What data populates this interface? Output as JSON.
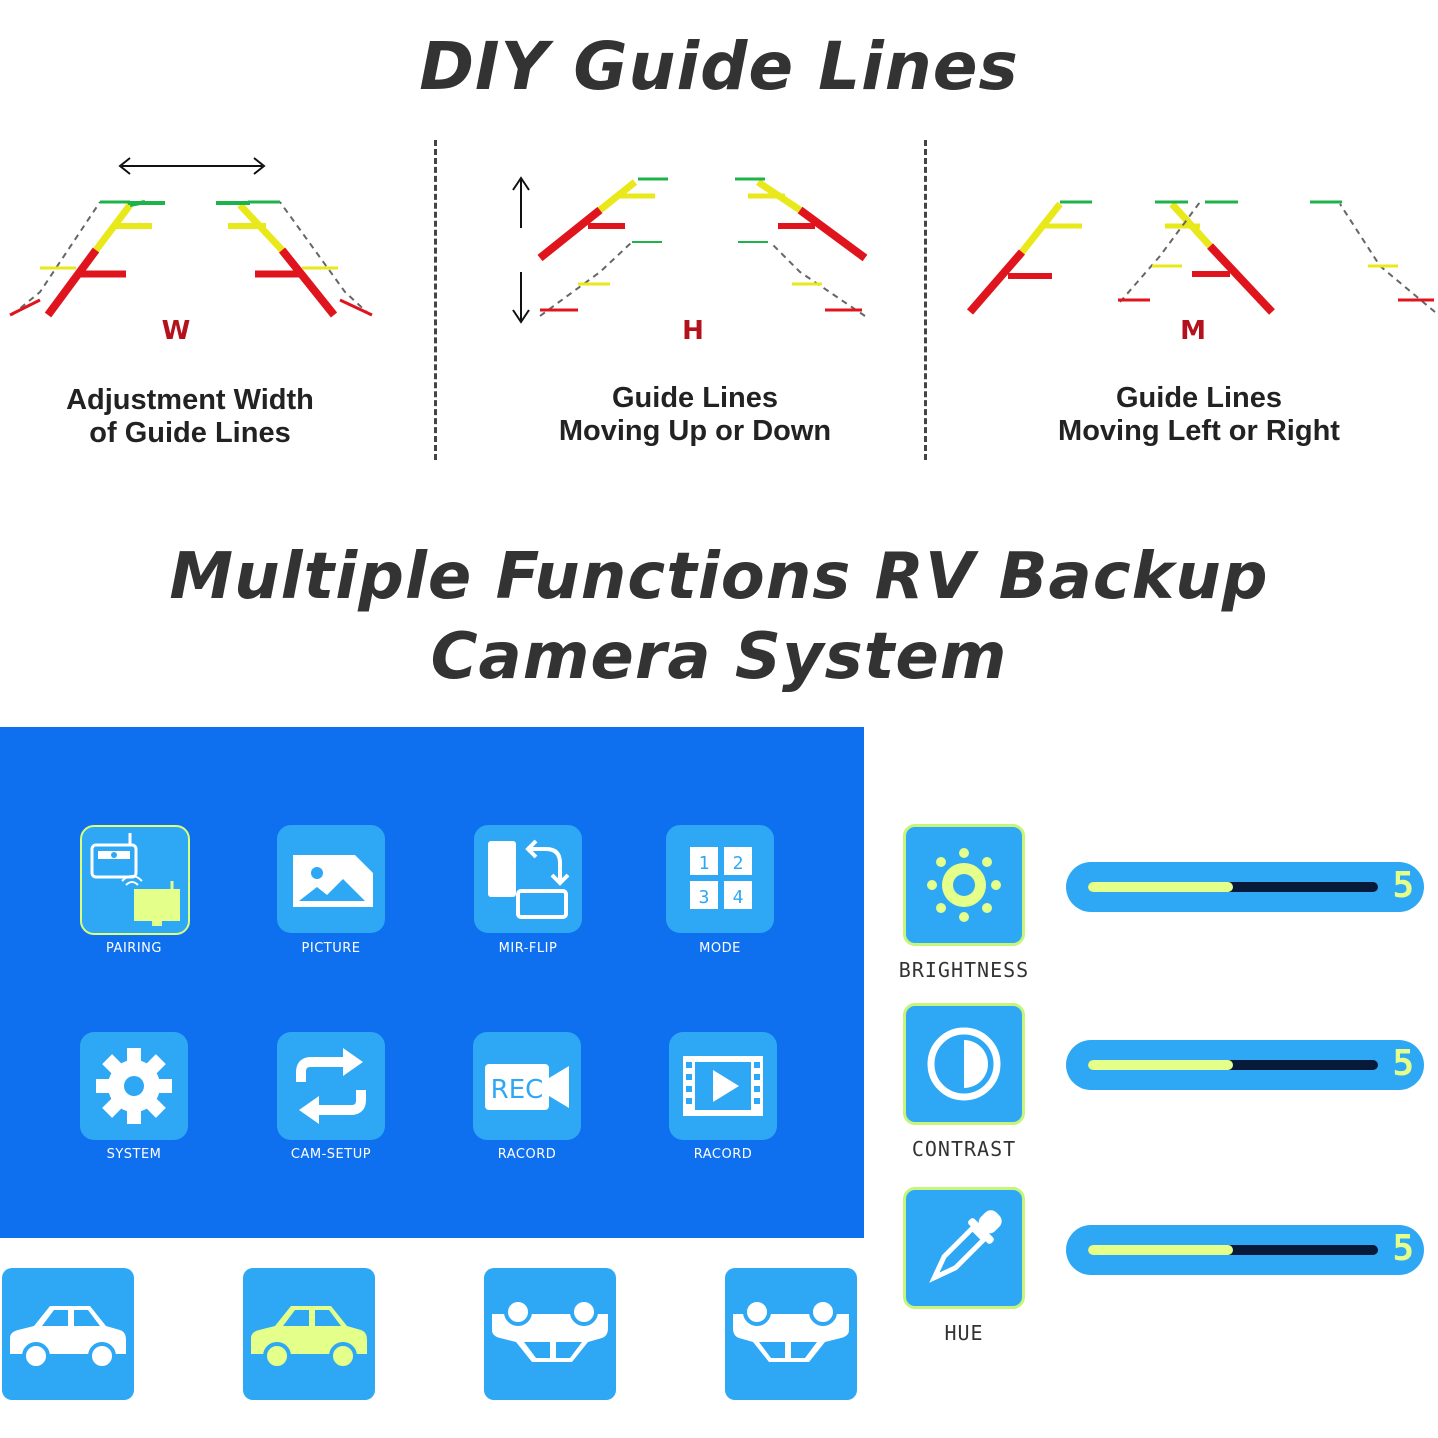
{
  "section1": {
    "title": "DIY Guide Lines",
    "panels": [
      {
        "letter": "W",
        "caption_line1": "Adjustment Width",
        "caption_line2": "of Guide Lines"
      },
      {
        "letter": "H",
        "caption_line1": "Guide Lines",
        "caption_line2": "Moving Up or Down"
      },
      {
        "letter": "M",
        "caption_line1": "Guide Lines",
        "caption_line2": "Moving Left or Right"
      }
    ]
  },
  "section2": {
    "title_line1": "Multiple Functions RV Backup",
    "title_line2": "Camera System"
  },
  "menu": {
    "items": [
      {
        "label": "PAIRING",
        "icon": "pairing-icon"
      },
      {
        "label": "PICTURE",
        "icon": "picture-icon"
      },
      {
        "label": "MIR-FLIP",
        "icon": "mirror-flip-icon"
      },
      {
        "label": "MODE",
        "icon": "split-mode-icon"
      },
      {
        "label": "SYSTEM",
        "icon": "gear-icon"
      },
      {
        "label": "CAM-SETUP",
        "icon": "swap-arrows-icon"
      },
      {
        "label": "RACORD",
        "icon": "rec-camera-icon"
      },
      {
        "label": "RACORD",
        "icon": "video-playback-icon"
      }
    ],
    "mode_numbers": [
      "1",
      "2",
      "3",
      "4"
    ],
    "rec_text": "REC"
  },
  "settings": [
    {
      "label": "BRIGHTNESS",
      "value": "5",
      "level": 0.5,
      "icon": "sun-icon"
    },
    {
      "label": "CONTRAST",
      "value": "5",
      "level": 0.5,
      "icon": "contrast-icon"
    },
    {
      "label": "HUE",
      "value": "5",
      "level": 0.5,
      "icon": "dropper-icon"
    }
  ],
  "orientation_icons": [
    "car-normal-icon",
    "car-selected-icon",
    "car-flipped-icon",
    "car-flipped-mirror-icon"
  ],
  "colors": {
    "screen_blue": "#0f70ef",
    "tile_blue": "#2ea7f5",
    "accent_yellow": "#e4ff8a",
    "guide_red": "#e0141c",
    "guide_yellow": "#e8e81a",
    "guide_green": "#1eb34a",
    "letter_red": "#b3121c"
  }
}
